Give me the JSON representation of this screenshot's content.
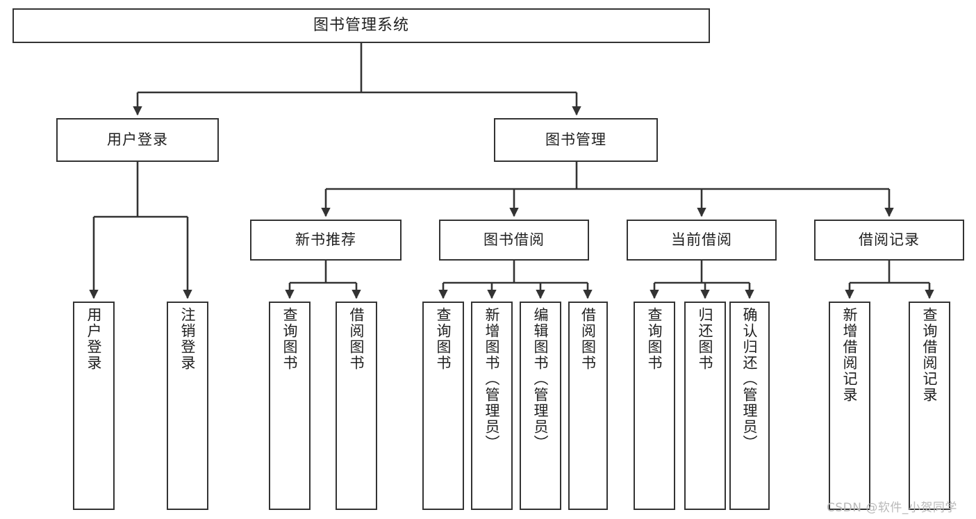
{
  "diagram": {
    "title": "图书管理系统",
    "watermark": "CSDN @软件_小贺同学",
    "stroke_color": "#333333",
    "background_color": "#ffffff",
    "text_color": "#1f1f1f",
    "root": {
      "id": "root",
      "label": "图书管理系统"
    },
    "level2": [
      {
        "id": "user-login",
        "label": "用户登录"
      },
      {
        "id": "book-manage",
        "label": "图书管理"
      }
    ],
    "level3": [
      {
        "id": "new-book-rec",
        "label": "新书推荐"
      },
      {
        "id": "book-borrow",
        "label": "图书借阅"
      },
      {
        "id": "current-borrow",
        "label": "当前借阅"
      },
      {
        "id": "borrow-record",
        "label": "借阅记录"
      }
    ],
    "leaves": {
      "user_login": [
        {
          "id": "leaf-user-login",
          "label": "用户登录"
        },
        {
          "id": "leaf-user-logout",
          "label": "注销登录"
        }
      ],
      "new_book_rec": [
        {
          "id": "leaf-query-book-1",
          "label": "查询图书"
        },
        {
          "id": "leaf-borrow-book-1",
          "label": "借阅图书"
        }
      ],
      "book_borrow": [
        {
          "id": "leaf-query-book-2",
          "label": "查询图书"
        },
        {
          "id": "leaf-add-book",
          "label": "新增图书（管理员）"
        },
        {
          "id": "leaf-edit-book",
          "label": "编辑图书（管理员）"
        },
        {
          "id": "leaf-borrow-book-2",
          "label": "借阅图书"
        }
      ],
      "current_borrow": [
        {
          "id": "leaf-query-book-3",
          "label": "查询图书"
        },
        {
          "id": "leaf-return-book",
          "label": "归还图书"
        },
        {
          "id": "leaf-confirm-return",
          "label": "确认归还（管理员）"
        }
      ],
      "borrow_record": [
        {
          "id": "leaf-add-record",
          "label": "新增借阅记录"
        },
        {
          "id": "leaf-query-record",
          "label": "查询借阅记录"
        }
      ]
    }
  }
}
